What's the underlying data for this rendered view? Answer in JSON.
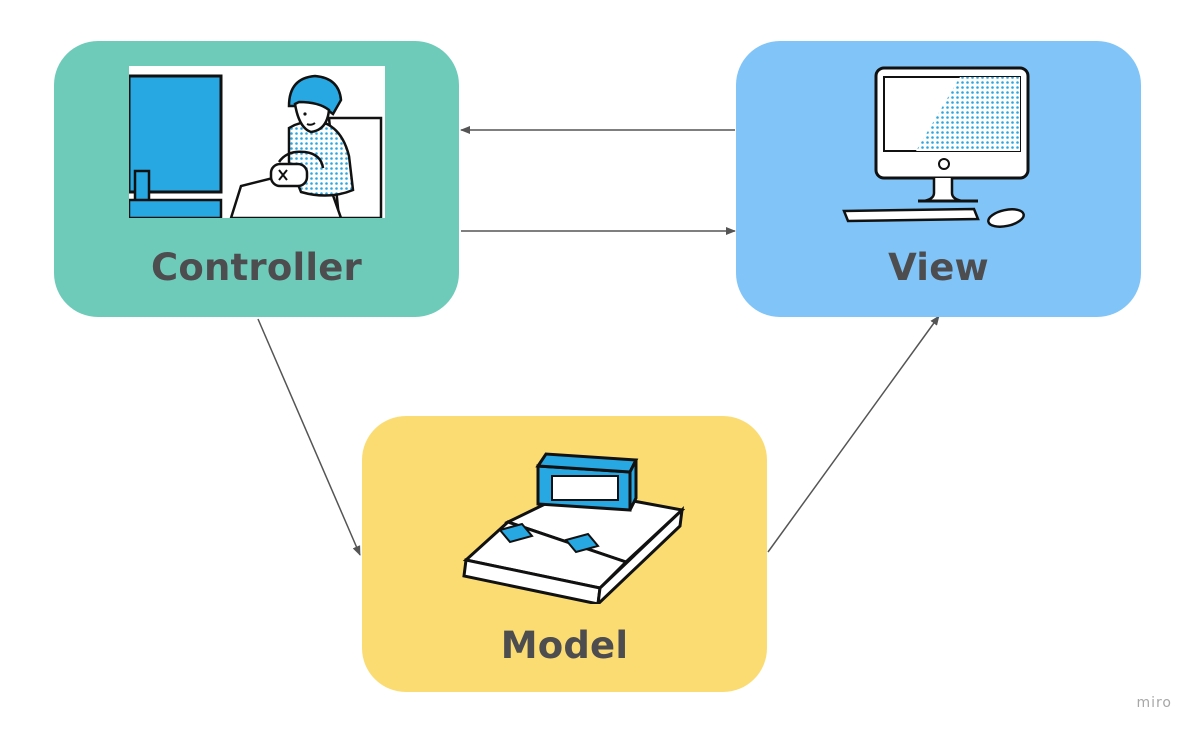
{
  "nodes": {
    "controller": {
      "label": "Controller",
      "color": "#6ecbb9",
      "icon": "gamer-with-controller-icon"
    },
    "view": {
      "label": "View",
      "color": "#80c4f8",
      "icon": "desktop-computer-icon"
    },
    "model": {
      "label": "Model",
      "color": "#fbdc73",
      "icon": "game-console-icon"
    }
  },
  "edges": [
    {
      "from": "view",
      "to": "controller"
    },
    {
      "from": "controller",
      "to": "view"
    },
    {
      "from": "controller",
      "to": "model"
    },
    {
      "from": "model",
      "to": "view"
    }
  ],
  "watermark": "miro",
  "colors": {
    "label_text": "#4d4d4f",
    "arrow": "#555555",
    "ink": "#111111",
    "accent_blue": "#27a8e2"
  }
}
